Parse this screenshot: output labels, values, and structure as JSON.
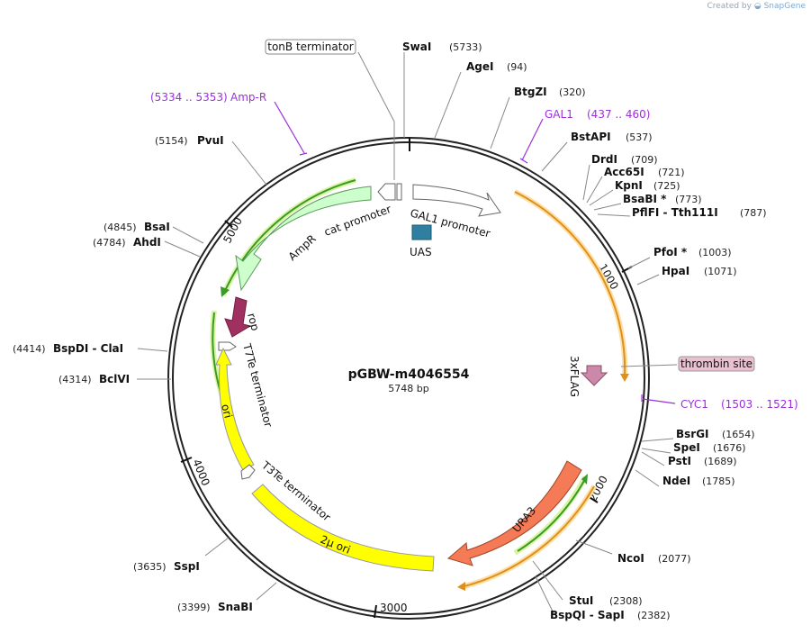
{
  "credit": {
    "prefix": "Created by",
    "brand": "SnapGene"
  },
  "plasmid": {
    "name": "pGBW-m4046554",
    "size_label": "5748 bp"
  },
  "ruler": [
    "1000",
    "2000",
    "3000",
    "4000",
    "5000"
  ],
  "sites": [
    {
      "name": "SwaI",
      "pos": "(5733)"
    },
    {
      "name": "AgeI",
      "pos": "(94)"
    },
    {
      "name": "BtgZI",
      "pos": "(320)"
    },
    {
      "name": "BstAPI",
      "pos": "(537)"
    },
    {
      "name": "DrdI",
      "pos": "(709)"
    },
    {
      "name": "Acc65I",
      "pos": "(721)"
    },
    {
      "name": "KpnI",
      "pos": "(725)"
    },
    {
      "name": "BsaBI *",
      "pos": "(773)"
    },
    {
      "name": "PflFI - Tth111I",
      "pos": "(787)"
    },
    {
      "name": "PfoI *",
      "pos": "(1003)"
    },
    {
      "name": "HpaI",
      "pos": "(1071)"
    },
    {
      "name": "BsrGI",
      "pos": "(1654)"
    },
    {
      "name": "SpeI",
      "pos": "(1676)"
    },
    {
      "name": "PstI",
      "pos": "(1689)"
    },
    {
      "name": "NdeI",
      "pos": "(1785)"
    },
    {
      "name": "NcoI",
      "pos": "(2077)"
    },
    {
      "name": "StuI",
      "pos": "(2308)"
    },
    {
      "name": "BspQI - SapI",
      "pos": "(2382)"
    },
    {
      "name": "SnaBI",
      "pos": "(3399)"
    },
    {
      "name": "SspI",
      "pos": "(3635)"
    },
    {
      "name": "BclVI",
      "pos": "(4314)"
    },
    {
      "name": "BspDI - ClaI",
      "pos": "(4414)"
    },
    {
      "name": "AhdI",
      "pos": "(4784)"
    },
    {
      "name": "BsaI",
      "pos": "(4845)"
    },
    {
      "name": "PvuI",
      "pos": "(5154)"
    }
  ],
  "primers": [
    {
      "name": "Amp-R",
      "range": "(5334 .. 5353)"
    },
    {
      "name": "GAL1",
      "range": "(437 .. 460)"
    },
    {
      "name": "CYC1",
      "range": "(1503 .. 1521)"
    }
  ],
  "boxed_labels": {
    "tonb": "tonB terminator",
    "thrombin": "thrombin site"
  },
  "features": {
    "gal1_promoter": "GAL1 promoter",
    "uas": "UAS",
    "ampr": "AmpR",
    "cat_promoter": "cat promoter",
    "rop": "rop",
    "t7te": "T7Te terminator",
    "ori": "ori",
    "t3te": "T3Te terminator",
    "two_micron": "2μ ori",
    "ura3": "URA3",
    "flag": "3xFLAG"
  },
  "colors": {
    "ori": "#ffff00",
    "ura3": "#f47b55",
    "rop": "#a03060",
    "ampr": "#ccffcc",
    "uas": "#2e7fa0",
    "flag": "#cc88aa",
    "primer": "#9b30d9",
    "orf_orange": "#f0a030",
    "orf_green": "#3a9a2a"
  }
}
